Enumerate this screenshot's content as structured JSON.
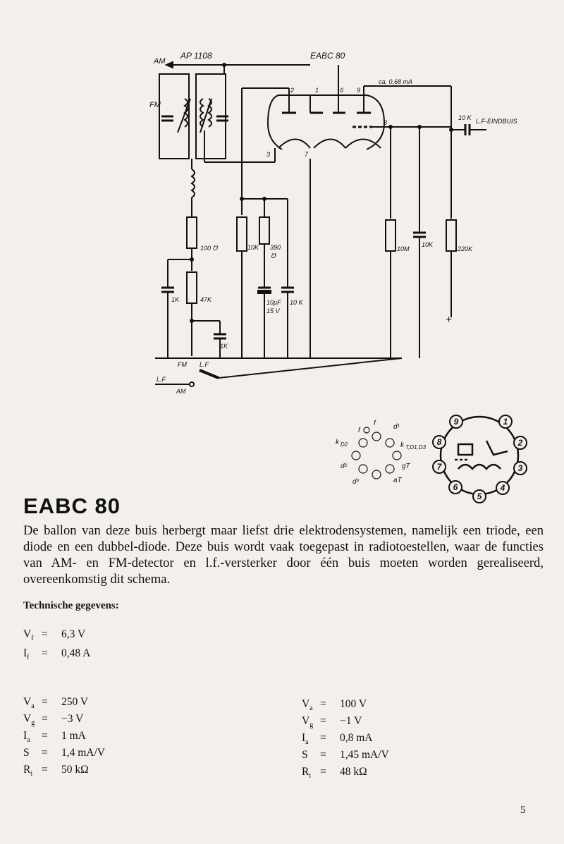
{
  "schematic": {
    "labels": {
      "am_top": "AM",
      "ap1108": "AP 1108",
      "eabc80": "EABC 80",
      "fm": "FM",
      "current": "ca. 0,68 mA",
      "pin2": "2",
      "pin1": "1",
      "pin6": "6",
      "pin9": "9",
      "pin8": "8",
      "pin3": "3",
      "pin7": "7",
      "c10k_right": "10 K",
      "lf_eindbuis": "L.F-EINDBUIS",
      "r100": "100 ℧",
      "r10k": "10K",
      "r390": "390",
      "r390_unit": "℧",
      "r10m": "10M",
      "c10k_mid": "10K",
      "r220k": "220K",
      "c1k_left": "1K",
      "r47k": "47K",
      "c10uf": "10μF",
      "c10uf_v": "15 V",
      "c10k_low": "10 K",
      "c1k_low": "1K",
      "plus": "+",
      "fm_switch": "FM",
      "lf_switch": "L.F",
      "lf_left": "L.F",
      "am_left": "AM"
    }
  },
  "pin_diagram": {
    "left": {
      "f_top": "f",
      "f_left": "f",
      "d1": "d¹",
      "kd2": "k",
      "kd2_sub": "D2",
      "kt": "k",
      "kt_sub": "T,D1,D3",
      "d2": "d²",
      "gt": "gT",
      "d3": "d³",
      "at": "aT"
    },
    "right": {
      "pins": [
        "9",
        "1",
        "2",
        "8",
        "7",
        "3",
        "6",
        "5",
        "4"
      ]
    }
  },
  "title": "EABC 80",
  "description": "De ballon van deze buis herbergt maar liefst drie elektrodensystemen, namelijk een triode, een diode en een dubbel-diode. Deze buis wordt vaak toegepast in radiotoestellen, waar de functies van AM- en FM-detector en l.f.-versterker door één buis moeten worden gerealiseerd, overeenkomstig dit schema.",
  "tech_heading": "Technische gegevens:",
  "heater": [
    {
      "sym": "V",
      "sub": "f",
      "eq": "=",
      "val": "6,3 V"
    },
    {
      "sym": "I",
      "sub": "f",
      "eq": "=",
      "val": "0,48 A"
    }
  ],
  "specs_left": [
    {
      "sym": "V",
      "sub": "a",
      "eq": "=",
      "val": "250 V"
    },
    {
      "sym": "V",
      "sub": "g",
      "eq": "=",
      "val": "−3 V"
    },
    {
      "sym": "I",
      "sub": "a",
      "eq": "=",
      "val": "1 mA"
    },
    {
      "sym": "S",
      "sub": "",
      "eq": "=",
      "val": "1,4 mA/V"
    },
    {
      "sym": "R",
      "sub": "i",
      "eq": "=",
      "val": "50 kΩ"
    }
  ],
  "specs_right": [
    {
      "sym": "V",
      "sub": "a",
      "eq": "=",
      "val": "100 V"
    },
    {
      "sym": "V",
      "sub": "g",
      "eq": "=",
      "val": "−1 V"
    },
    {
      "sym": "I",
      "sub": "a",
      "eq": "=",
      "val": "0,8 mA"
    },
    {
      "sym": "S",
      "sub": "",
      "eq": "=",
      "val": "1,45 mA/V"
    },
    {
      "sym": "R",
      "sub": "i",
      "eq": "=",
      "val": "48 kΩ"
    }
  ],
  "page_number": "5"
}
